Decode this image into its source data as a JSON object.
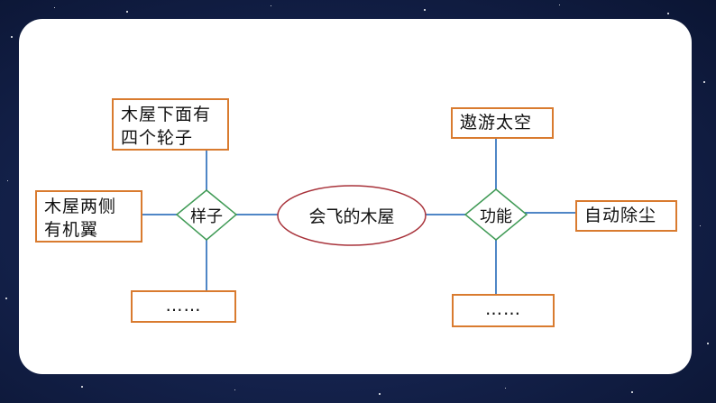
{
  "center": {
    "text": "会飞的木屋"
  },
  "left_hub": {
    "text": "样子"
  },
  "right_hub": {
    "text": "功能"
  },
  "left_branches": {
    "top": {
      "line1": "木屋下面有",
      "line2": "四个轮子"
    },
    "left": {
      "line1": "木屋两侧",
      "line2": "有机翼"
    },
    "bottom": {
      "text": "……"
    }
  },
  "right_branches": {
    "top": {
      "text": "遨游太空"
    },
    "right": {
      "text": "自动除尘"
    },
    "bottom": {
      "text": "……"
    }
  },
  "colors": {
    "background": "#15234e",
    "box_border": "#d97b2f",
    "connector": "#4f86c6",
    "diamond_border": "#3f9a55",
    "ellipse_border": "#a8323a"
  }
}
